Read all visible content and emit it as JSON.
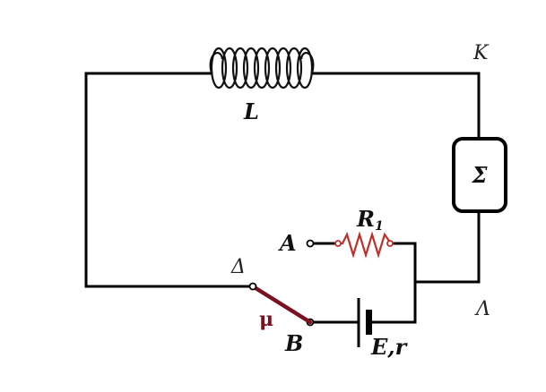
{
  "labels": {
    "inductor": "L",
    "node_k": "K",
    "box": "Σ",
    "resistor_main": "R",
    "resistor_sub": "1",
    "terminal_a": "A",
    "terminal_b": "B",
    "node_delta": "Δ",
    "node_lambda": "Λ",
    "switch": "μ",
    "battery": "E,r"
  },
  "colors": {
    "wire": "#000000",
    "resistor": "#c0302a",
    "switch": "#7a1020",
    "inductor": "#111111"
  }
}
